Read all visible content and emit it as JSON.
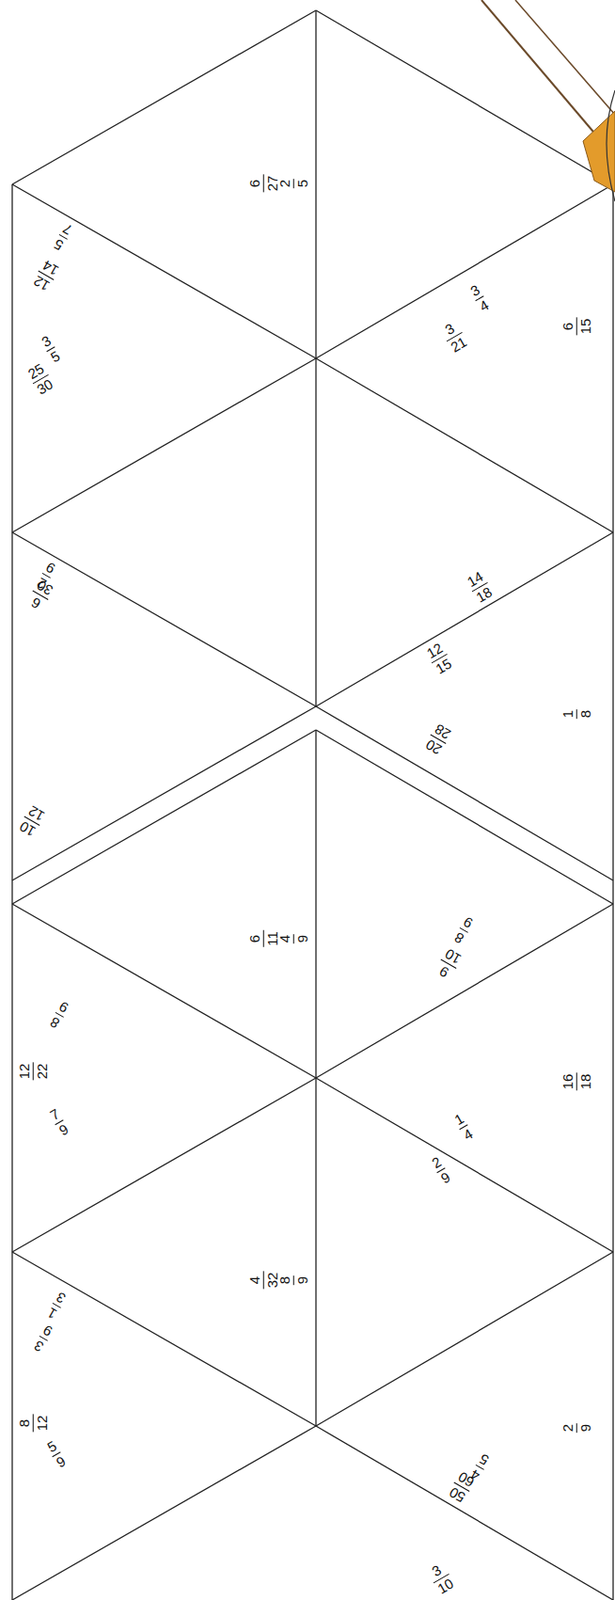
{
  "diagram": {
    "labels": [
      "6",
      "27",
      "2",
      "5",
      "5",
      "7",
      "12",
      "14",
      "3",
      "5",
      "25",
      "30",
      "2",
      "9",
      "6",
      "30",
      "3",
      "4",
      "3",
      "21",
      "6",
      "15",
      "14",
      "18",
      "12",
      "15",
      "20",
      "28",
      "1",
      "8",
      "10",
      "12",
      "6",
      "11",
      "4",
      "9",
      "8",
      "9",
      "12",
      "22",
      "7",
      "9",
      "8",
      "9",
      "9",
      "10",
      "16",
      "18",
      "1",
      "4",
      "2",
      "9",
      "4",
      "32",
      "8",
      "9",
      "1",
      "3",
      "3",
      "9",
      "8",
      "12",
      "5",
      "9",
      "4",
      "5",
      "50",
      "60",
      "3",
      "10",
      "2",
      "9"
    ]
  }
}
